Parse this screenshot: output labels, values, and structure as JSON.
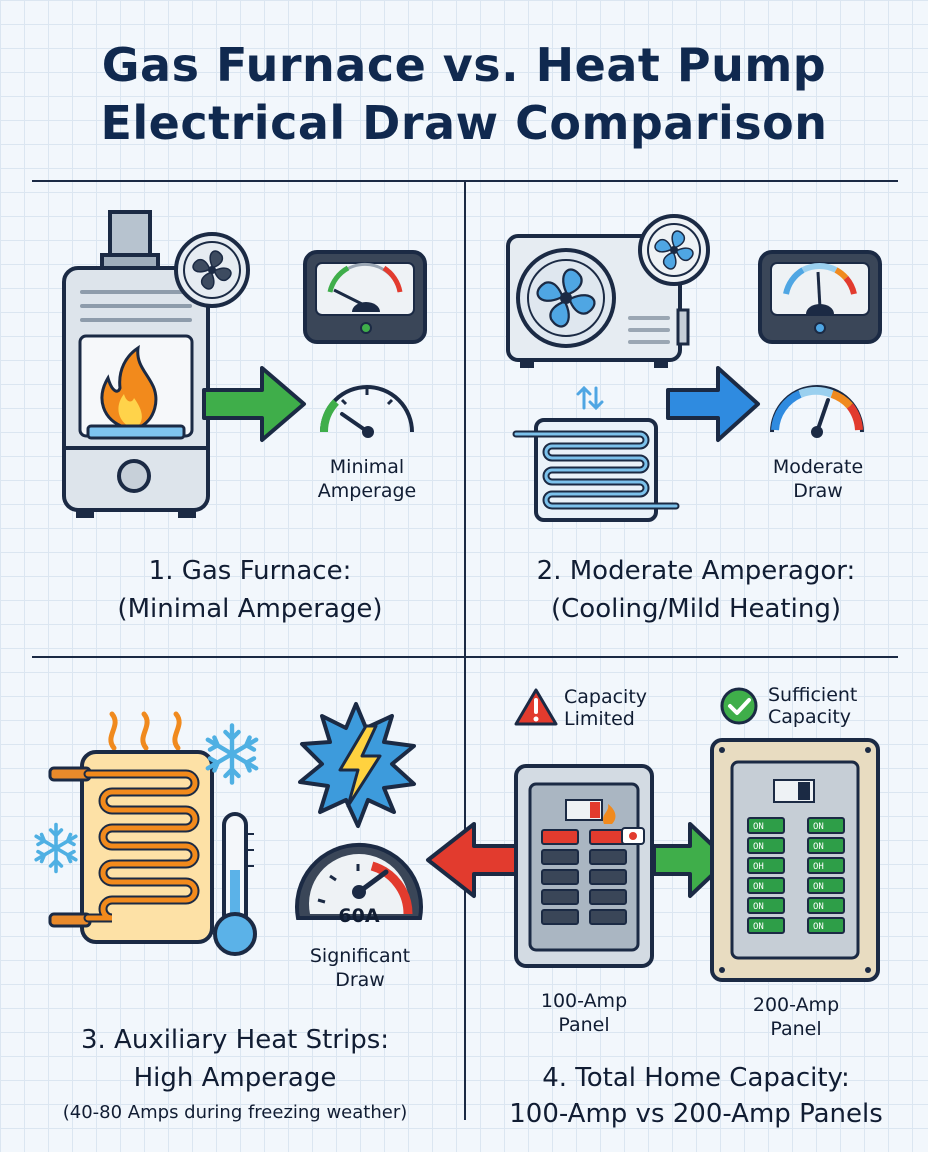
{
  "title": {
    "line1": "Gas Furnace vs. Heat Pump",
    "line2": "Electrical Draw Comparison"
  },
  "panels": {
    "gas_furnace": {
      "gauge_label_1": "Minimal",
      "gauge_label_2": "Amperage",
      "caption_1": "1. Gas Furnace:",
      "caption_2": "(Minimal Amperage)"
    },
    "heat_pump": {
      "gauge_label_1": "Moderate",
      "gauge_label_2": "Draw",
      "caption_1": "2. Moderate Amperagor:",
      "caption_2": "(Cooling/Mild Heating)"
    },
    "aux_heat": {
      "gauge_value": "60A",
      "gauge_label_1": "Significant",
      "gauge_label_2": "Draw",
      "caption_1": "3. Auxiliary Heat Strips:",
      "caption_2": "High Amperage",
      "caption_3": "(40-80 Amps during freezing weather)"
    },
    "capacity": {
      "warning_1": "Capacity",
      "warning_2": "Limited",
      "ok_1": "Sufficient",
      "ok_2": "Capacity",
      "panel_100_1": "100-Amp",
      "panel_100_2": "Panel",
      "panel_200_1": "200-Amp",
      "panel_200_2": "Panel",
      "breaker_labels": [
        "ON",
        "ON",
        "OH",
        "ON",
        "ON",
        "ON"
      ],
      "caption_1": "4. Total Home Capacity:",
      "caption_2": "100-Amp vs 200-Amp Panels"
    }
  },
  "colors": {
    "navy": "#10294f",
    "green": "#3fae4a",
    "blue": "#2f8be0",
    "red": "#e23b2e",
    "orange": "#f08a1e"
  }
}
